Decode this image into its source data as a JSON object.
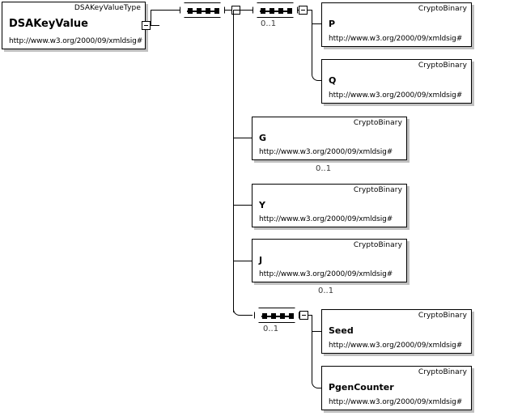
{
  "diagram": {
    "title": "DSAKeyValue XML Schema element diagram",
    "namespace": "http://www.w3.org/2000/09/xmldsig#",
    "colors": {
      "line": "#000000",
      "box_fill": "#ffffff",
      "shadow": "#c0c0c0",
      "cardinality_text": "#3a3a3a"
    }
  },
  "root": {
    "name": "DSAKeyValue",
    "type": "DSAKeyValueType",
    "namespace": "http://www.w3.org/2000/09/xmldsig#",
    "toggle": "collapse-toggle"
  },
  "compositors": [
    {
      "id": "sequence-root",
      "kind": "sequence",
      "cardinality": "",
      "toggle": "collapse-toggle"
    },
    {
      "id": "sequence-pq",
      "kind": "sequence",
      "cardinality": "0..1",
      "toggle": "collapse-toggle"
    },
    {
      "id": "sequence-seed-pgen",
      "kind": "sequence",
      "cardinality": "0..1",
      "toggle": "collapse-toggle"
    }
  ],
  "elements": [
    {
      "id": "p",
      "name": "P",
      "type": "CryptoBinary",
      "namespace": "http://www.w3.org/2000/09/xmldsig#",
      "cardinality": ""
    },
    {
      "id": "q",
      "name": "Q",
      "type": "CryptoBinary",
      "namespace": "http://www.w3.org/2000/09/xmldsig#",
      "cardinality": ""
    },
    {
      "id": "g",
      "name": "G",
      "type": "CryptoBinary",
      "namespace": "http://www.w3.org/2000/09/xmldsig#",
      "cardinality": "0..1"
    },
    {
      "id": "y",
      "name": "Y",
      "type": "CryptoBinary",
      "namespace": "http://www.w3.org/2000/09/xmldsig#",
      "cardinality": ""
    },
    {
      "id": "j",
      "name": "J",
      "type": "CryptoBinary",
      "namespace": "http://www.w3.org/2000/09/xmldsig#",
      "cardinality": "0..1"
    },
    {
      "id": "seed",
      "name": "Seed",
      "type": "CryptoBinary",
      "namespace": "http://www.w3.org/2000/09/xmldsig#",
      "cardinality": ""
    },
    {
      "id": "pgencounter",
      "name": "PgenCounter",
      "type": "CryptoBinary",
      "namespace": "http://www.w3.org/2000/09/xmldsig#",
      "cardinality": ""
    }
  ]
}
